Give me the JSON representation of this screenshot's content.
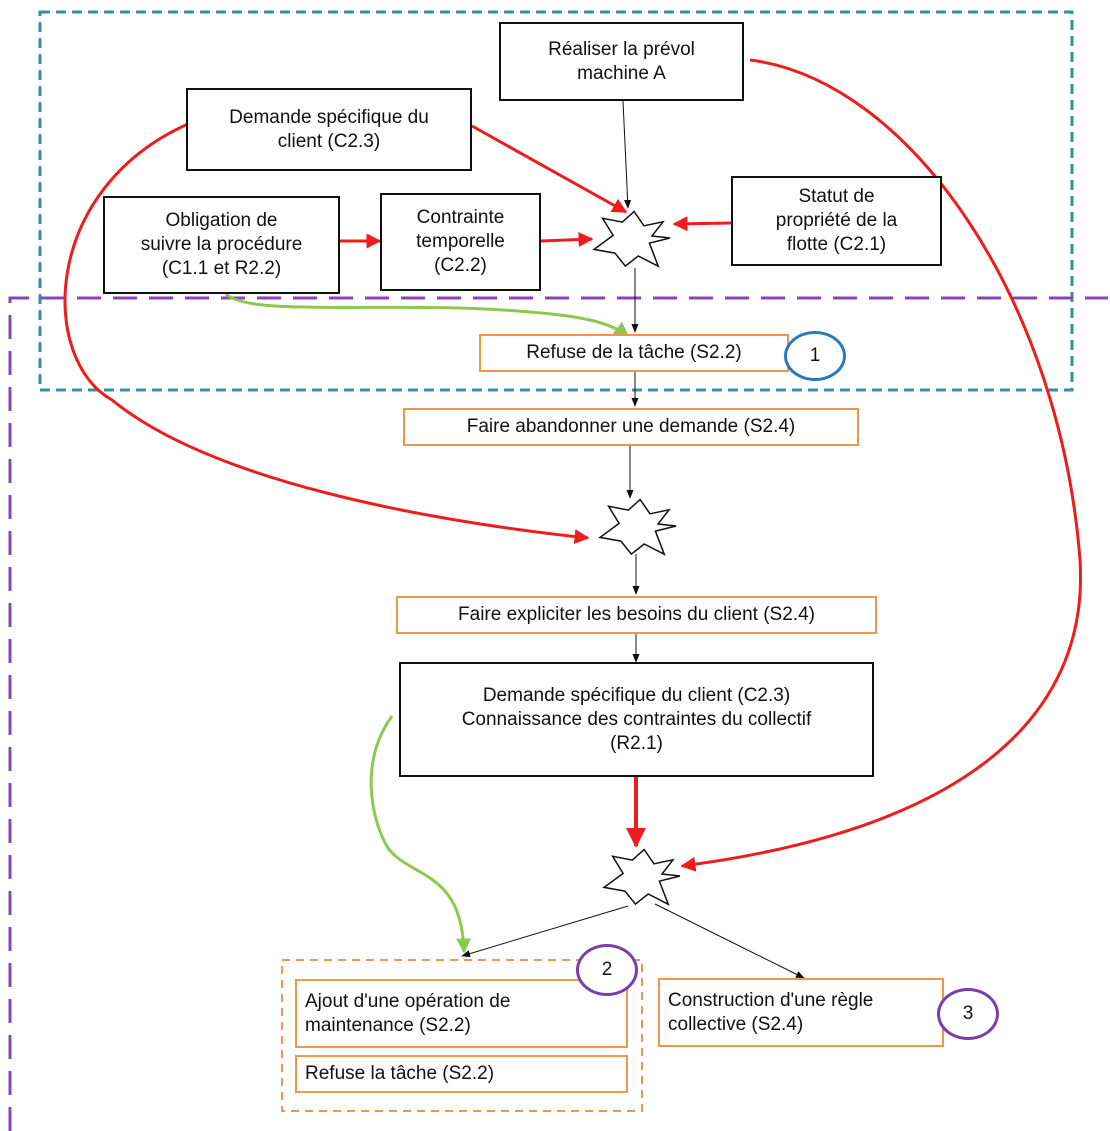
{
  "colors": {
    "black_border": "#111111",
    "orange_border": "#f0954a",
    "teal_zone": "#3a8ea3",
    "purple_zone": "#8a44b8",
    "red_arrow": "#ee1c1c",
    "green_arrow": "#8cc84b",
    "blue_badge": "#2a78c2",
    "purple_badge": "#7a3ea8"
  },
  "nodes": {
    "realiser_prevol": "Réaliser la prévol\nmachine A",
    "demande_specifique_top": "Demande spécifique du\nclient (C2.3)",
    "statut_propriete": "Statut de\npropriété de la\nflotte (C2.1)",
    "obligation_procedure": "Obligation de\nsuivre la procédure\n(C1.1 et R2.2)",
    "contrainte_temporelle": "Contrainte\ntemporelle\n(C2.2)",
    "refuse_tache_s22": "Refuse de la tâche (S2.2)",
    "faire_abandonner": "Faire abandonner une demande (S2.4)",
    "faire_expliciter": "Faire expliciter les besoins du client (S2.4)",
    "demande_connaissance": "Demande spécifique du client (C2.3)\nConnaissance des contraintes du collectif\n(R2.1)",
    "ajout_operation": "Ajout d'une opération de\nmaintenance (S2.2)",
    "refuse_la_tache": "Refuse la tâche (S2.2)",
    "construction_regle": "Construction d'une règle\ncollective (S2.4)"
  },
  "badges": {
    "one": "1",
    "two": "2",
    "three": "3"
  },
  "icons": {
    "event": "starburst-icon"
  }
}
